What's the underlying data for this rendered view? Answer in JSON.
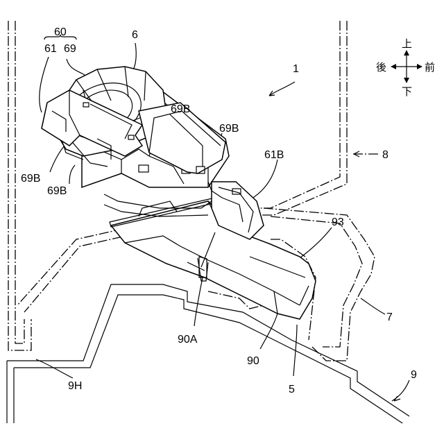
{
  "labels": {
    "l60": "60",
    "l61": "61",
    "l69": "69",
    "l6": "6",
    "l1": "1",
    "l69B_1": "69B",
    "l69B_2": "69B",
    "l69B_3": "69B",
    "l69B_4": "69B",
    "l61B": "61B",
    "l8": "8",
    "l93": "93",
    "l7": "7",
    "l90A": "90A",
    "l90": "90",
    "l5": "5",
    "l9": "9",
    "l9H": "9H"
  },
  "compass": {
    "up": "上",
    "down": "下",
    "back": "後",
    "front": "前"
  }
}
